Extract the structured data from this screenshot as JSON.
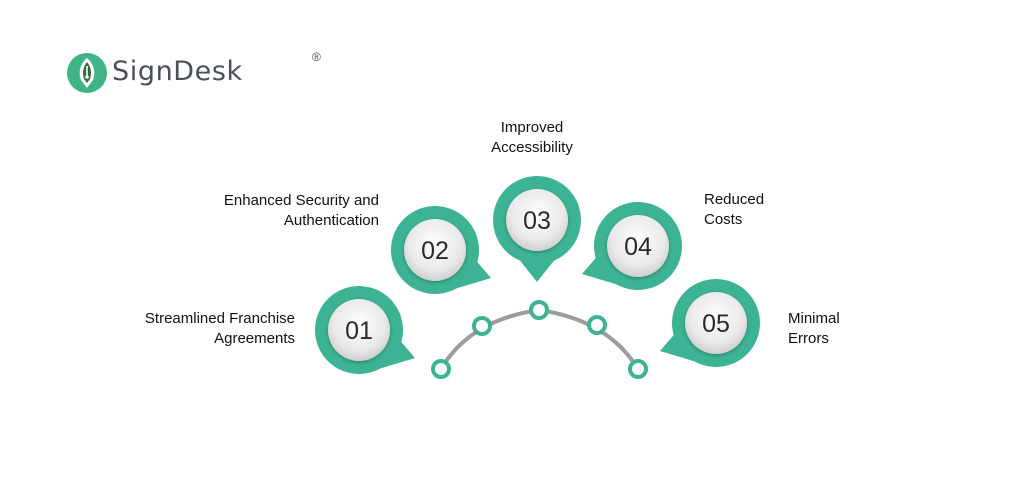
{
  "brand": {
    "name": "SignDesk",
    "registered_mark": "®",
    "colors": {
      "primary": "#3eb487",
      "text": "#4a4f58"
    }
  },
  "diagram": {
    "accent_color": "#3cb493",
    "arc_color": "#9c9c9c",
    "steps": [
      {
        "number": "01",
        "label_lines": [
          "Streamlined Franchise",
          "Agreements"
        ]
      },
      {
        "number": "02",
        "label_lines": [
          "Enhanced Security and",
          "Authentication"
        ]
      },
      {
        "number": "03",
        "label_lines": [
          "Improved",
          "Accessibility"
        ]
      },
      {
        "number": "04",
        "label_lines": [
          "Reduced",
          "Costs"
        ]
      },
      {
        "number": "05",
        "label_lines": [
          "Minimal",
          "Errors"
        ]
      }
    ]
  }
}
